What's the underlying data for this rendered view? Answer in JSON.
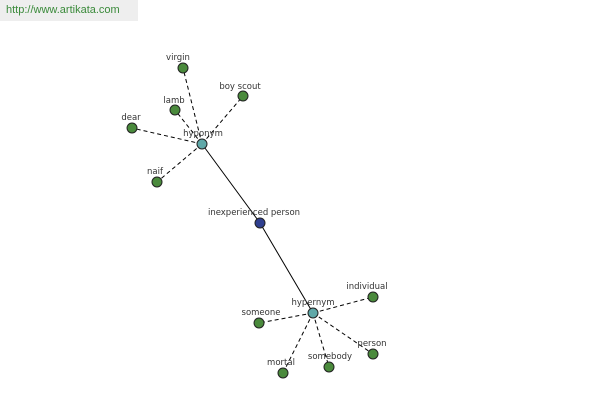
{
  "watermark": {
    "text": "http://www.artikata.com"
  },
  "graph": {
    "colors": {
      "center": "#2f3f8f",
      "hub": "#5fa8a8",
      "leaf": "#4a8a3c"
    },
    "nodes": [
      {
        "id": "center",
        "label": "inexperienced person",
        "role": "center"
      },
      {
        "id": "hyponym",
        "label": "hyponym",
        "role": "hub"
      },
      {
        "id": "hypernym",
        "label": "hypernym",
        "role": "hub"
      },
      {
        "id": "virgin",
        "label": "virgin",
        "role": "leaf"
      },
      {
        "id": "lamb",
        "label": "lamb",
        "role": "leaf"
      },
      {
        "id": "boy_scout",
        "label": "boy scout",
        "role": "leaf"
      },
      {
        "id": "dear",
        "label": "dear",
        "role": "leaf"
      },
      {
        "id": "naif",
        "label": "naif",
        "role": "leaf"
      },
      {
        "id": "individual",
        "label": "individual",
        "role": "leaf"
      },
      {
        "id": "someone",
        "label": "someone",
        "role": "leaf"
      },
      {
        "id": "person",
        "label": "person",
        "role": "leaf"
      },
      {
        "id": "somebody",
        "label": "somebody",
        "role": "leaf"
      },
      {
        "id": "mortal",
        "label": "mortal",
        "role": "leaf"
      }
    ],
    "edges": [
      {
        "from": "center",
        "to": "hyponym",
        "style": "solid"
      },
      {
        "from": "center",
        "to": "hypernym",
        "style": "solid"
      },
      {
        "from": "hyponym",
        "to": "virgin",
        "style": "dashed"
      },
      {
        "from": "hyponym",
        "to": "lamb",
        "style": "dashed"
      },
      {
        "from": "hyponym",
        "to": "boy_scout",
        "style": "dashed"
      },
      {
        "from": "hyponym",
        "to": "dear",
        "style": "dashed"
      },
      {
        "from": "hyponym",
        "to": "naif",
        "style": "dashed"
      },
      {
        "from": "hypernym",
        "to": "individual",
        "style": "dashed"
      },
      {
        "from": "hypernym",
        "to": "someone",
        "style": "dashed"
      },
      {
        "from": "hypernym",
        "to": "person",
        "style": "dashed"
      },
      {
        "from": "hypernym",
        "to": "somebody",
        "style": "dashed"
      },
      {
        "from": "hypernym",
        "to": "mortal",
        "style": "dashed"
      }
    ]
  }
}
